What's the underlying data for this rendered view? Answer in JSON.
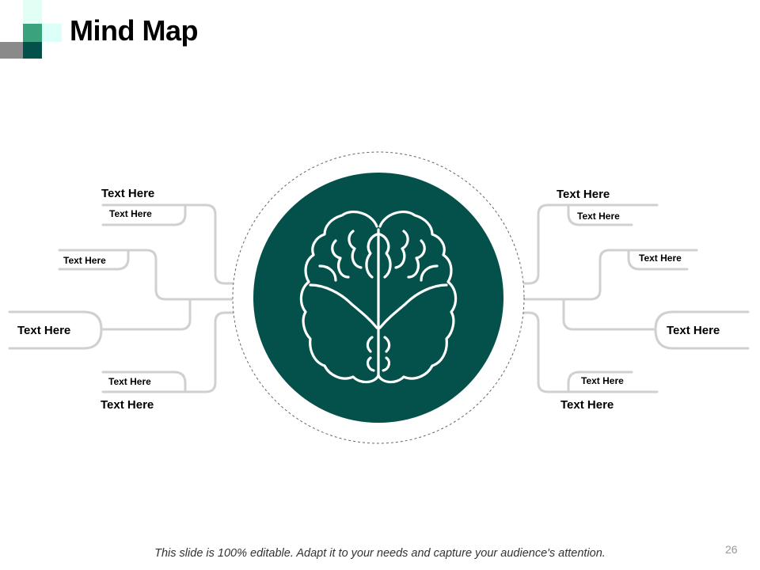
{
  "title": "Mind Map",
  "center": {
    "icon": "brain-icon",
    "color": "#03514A"
  },
  "colors": {
    "accent_dark": "#03514A",
    "accent_mid": "#3BAA82",
    "accent_light": "#DDFFF5",
    "connector": "#D0D0D0",
    "grey": "#8C8C8C"
  },
  "left": {
    "top_label": "Text Here",
    "top_sub": "Text Here",
    "upper_sub": "Text Here",
    "middle": "Text Here",
    "lower_sub": "Text Here",
    "bottom_label": "Text Here"
  },
  "right": {
    "top_label": "Text Here",
    "top_sub": "Text Here",
    "upper_sub": "Text Here",
    "middle": "Text Here",
    "lower_sub": "Text Here",
    "bottom_label": "Text Here"
  },
  "footer": "This slide is 100% editable. Adapt it to your needs and capture your audience's attention.",
  "page_number": "26"
}
